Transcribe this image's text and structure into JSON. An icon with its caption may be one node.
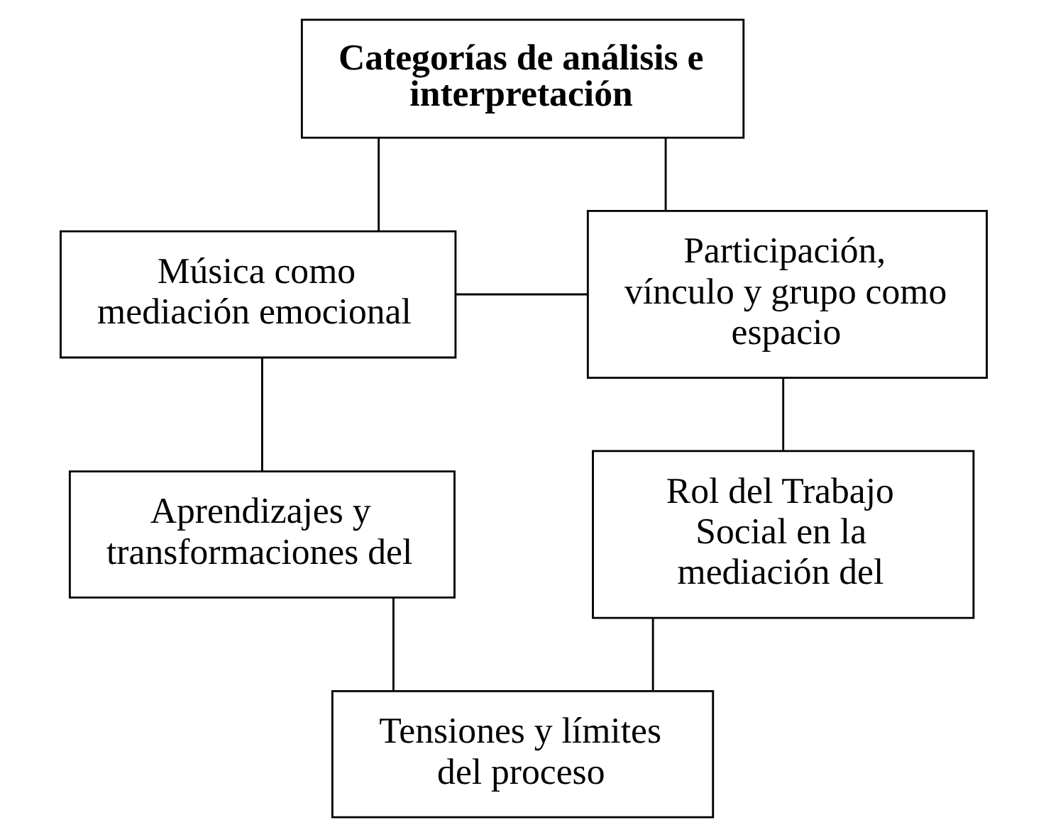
{
  "diagram": {
    "nodes": [
      {
        "text": [
          "Categorías de análisis e interpretación"
        ]
      },
      {
        "text": [
          "Música como mediación emocional"
        ]
      },
      {
        "text": [
          "Participación, vínculo y grupo como espacio"
        ]
      },
      {
        "text": [
          "Aprendizajes y transformaciones del"
        ]
      },
      {
        "text": [
          "Rol del Trabajo Social en la mediación del"
        ]
      },
      {
        "text": [
          "Tensiones y límites del proceso"
        ]
      }
    ],
    "edges": [
      {
        "from": 0,
        "to": 1,
        "arrow": "none"
      },
      {
        "from": 0,
        "to": 2,
        "arrow": "none"
      },
      {
        "from": 1,
        "to": 2,
        "arrow": "none"
      },
      {
        "from": 1,
        "to": 3,
        "arrow": "none"
      },
      {
        "from": 2,
        "to": 4,
        "arrow": "none"
      },
      {
        "from": 3,
        "to": 5,
        "arrow": "none"
      },
      {
        "from": 4,
        "to": 5,
        "arrow": "none"
      }
    ]
  }
}
